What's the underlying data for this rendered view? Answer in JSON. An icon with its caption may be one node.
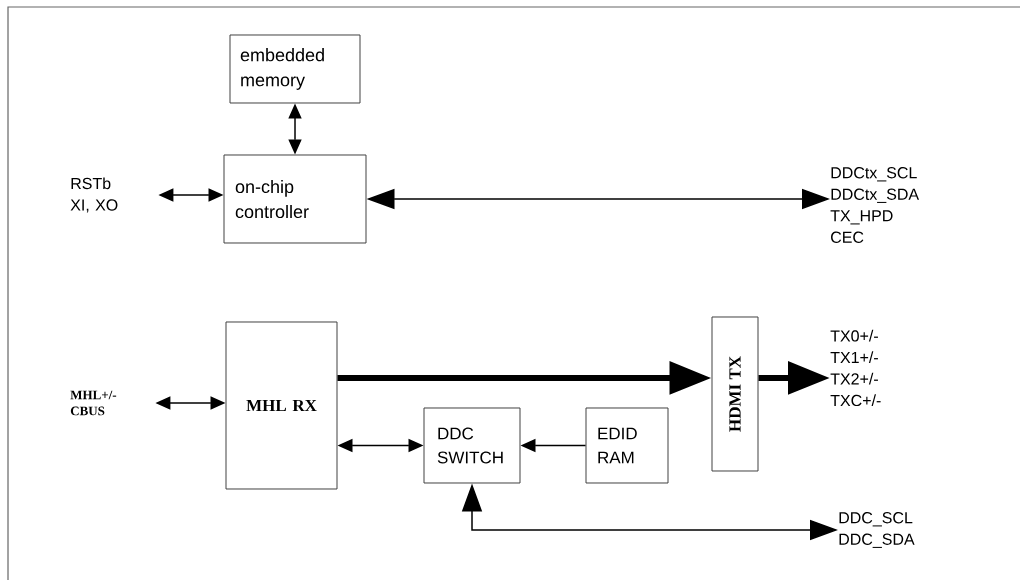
{
  "diagram": {
    "nodes": [
      {
        "text": [
          "embedded memory"
        ]
      },
      {
        "text": [
          "on-chip controller"
        ]
      },
      {
        "text": [
          "RSTb XI, XO"
        ]
      },
      {
        "text": [
          "DDCtx_SCL DDCtx_SDA TX_HPD CEC"
        ]
      },
      {
        "text": [
          "MHL RX"
        ]
      },
      {
        "text": [
          "MHL+/- CBUS"
        ]
      },
      {
        "text": [
          "DDC SWITCH"
        ]
      },
      {
        "text": [
          "EDID RAM"
        ]
      },
      {
        "text": [
          "HDMI TX"
        ]
      },
      {
        "text": [
          "TX0+/- TX1+/- TX2+/- TXC+/-"
        ]
      },
      {
        "text": [
          "DDC_SCL DDC_SDA"
        ]
      }
    ],
    "edges": [
      {
        "from": 0,
        "to": 1,
        "arrow": "both"
      },
      {
        "from": 2,
        "to": 1,
        "arrow": "both"
      },
      {
        "from": 1,
        "to": 3,
        "arrow": "both"
      },
      {
        "from": 5,
        "to": 4,
        "arrow": "both"
      },
      {
        "from": 4,
        "to": 8,
        "arrow": "to",
        "style": "thick"
      },
      {
        "from": 8,
        "to": 9,
        "arrow": "to",
        "style": "thick"
      },
      {
        "from": 4,
        "to": 6,
        "arrow": "both"
      },
      {
        "from": 7,
        "to": 6,
        "arrow": "to"
      },
      {
        "from": 6,
        "to": 10,
        "arrow": "both"
      }
    ]
  }
}
